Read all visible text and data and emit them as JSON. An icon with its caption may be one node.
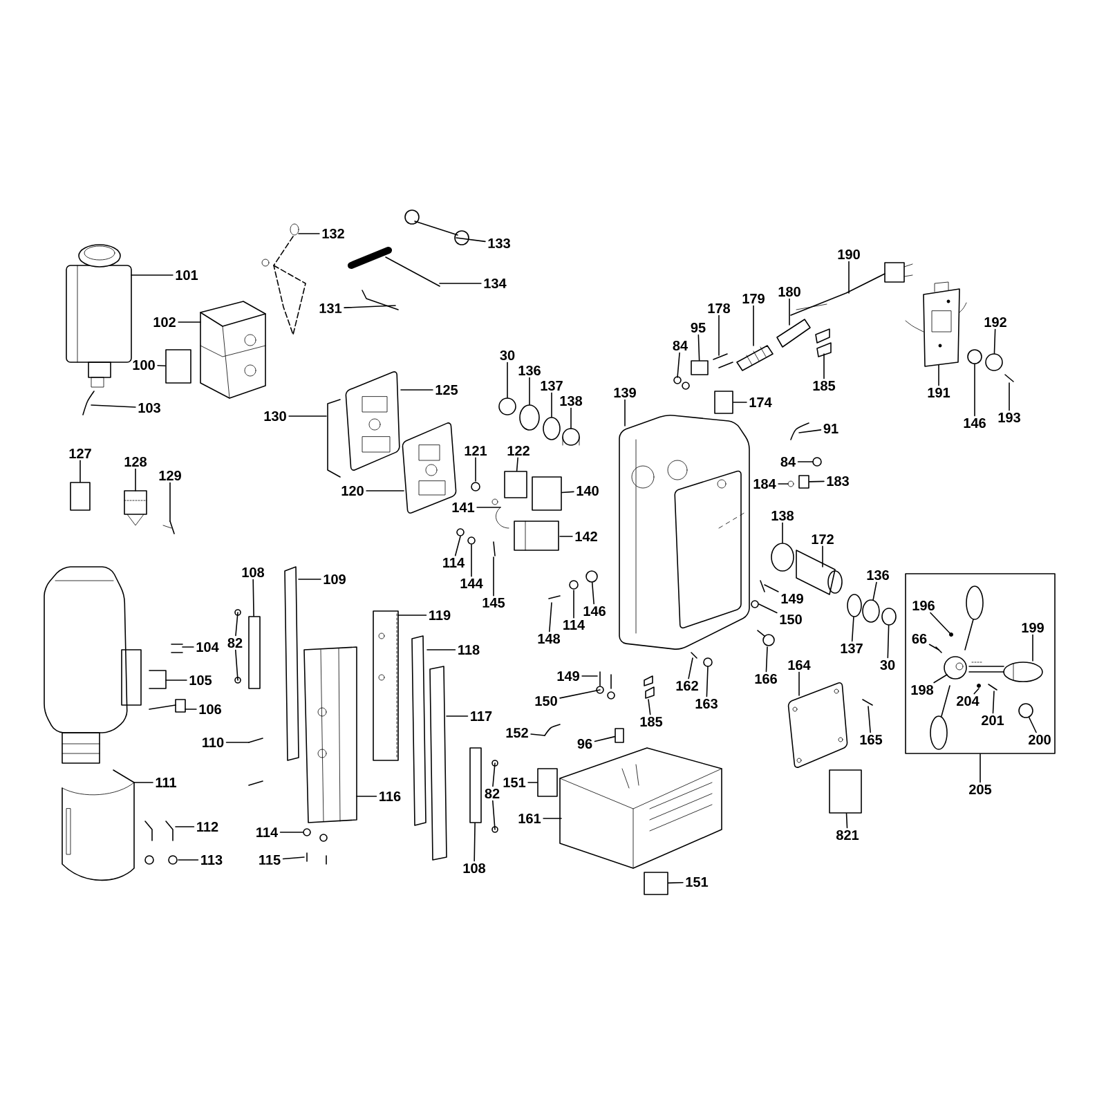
{
  "diagram": {
    "nodes": [
      {
        "text": [
          "132"
        ]
      },
      {
        "text": [],
        "shape": "picture"
      },
      {
        "text": [
          "133"
        ]
      },
      {
        "text": [],
        "shape": "picture"
      },
      {
        "text": [
          "101"
        ]
      },
      {
        "text": [],
        "shape": "picture"
      },
      {
        "text": [
          "134"
        ]
      },
      {
        "text": [],
        "shape": "picture"
      },
      {
        "text": [
          "131"
        ]
      },
      {
        "text": [],
        "shape": "picture"
      },
      {
        "text": [
          "102"
        ]
      },
      {
        "text": [],
        "shape": "picture"
      },
      {
        "text": [
          "100"
        ]
      },
      {
        "text": [],
        "shape": "box"
      },
      {
        "text": [
          "103"
        ]
      },
      {
        "text": [],
        "shape": "picture"
      },
      {
        "text": [
          "190"
        ]
      },
      {
        "text": [],
        "shape": "picture"
      },
      {
        "text": [
          "178"
        ]
      },
      {
        "text": [],
        "shape": "picture"
      },
      {
        "text": [
          "179"
        ]
      },
      {
        "text": [],
        "shape": "picture"
      },
      {
        "text": [
          "180"
        ]
      },
      {
        "text": [],
        "shape": "picture"
      },
      {
        "text": [
          "95"
        ]
      },
      {
        "text": [],
        "shape": "box"
      },
      {
        "text": [
          "84"
        ]
      },
      {
        "text": [],
        "shape": "picture"
      },
      {
        "text": [
          "185"
        ]
      },
      {
        "text": [],
        "shape": "picture"
      },
      {
        "text": [
          "174"
        ]
      },
      {
        "text": [],
        "shape": "box"
      },
      {
        "text": [
          "191"
        ]
      },
      {
        "text": [],
        "shape": "picture"
      },
      {
        "text": [
          "192"
        ]
      },
      {
        "text": [],
        "shape": "circle"
      },
      {
        "text": [
          "146"
        ]
      },
      {
        "text": [],
        "shape": "circle"
      },
      {
        "text": [
          "193"
        ]
      },
      {
        "text": [],
        "shape": "picture"
      },
      {
        "text": [
          "30"
        ]
      },
      {
        "text": [],
        "shape": "circle"
      },
      {
        "text": [
          "136"
        ]
      },
      {
        "text": [],
        "shape": "circle"
      },
      {
        "text": [
          "137"
        ]
      },
      {
        "text": [],
        "shape": "circle"
      },
      {
        "text": [
          "138"
        ]
      },
      {
        "text": [],
        "shape": "picture"
      },
      {
        "text": [
          "125"
        ]
      },
      {
        "text": [],
        "shape": "picture"
      },
      {
        "text": [
          "139"
        ]
      },
      {
        "text": [],
        "shape": "picture"
      },
      {
        "text": [
          "130"
        ]
      },
      {
        "text": [],
        "shape": "picture"
      },
      {
        "text": [
          "91"
        ]
      },
      {
        "text": [],
        "shape": "picture"
      },
      {
        "text": [
          "127"
        ]
      },
      {
        "text": [],
        "shape": "box"
      },
      {
        "text": [
          "128"
        ]
      },
      {
        "text": [],
        "shape": "picture"
      },
      {
        "text": [
          "129"
        ]
      },
      {
        "text": [],
        "shape": "picture"
      },
      {
        "text": [
          "121"
        ]
      },
      {
        "text": [],
        "shape": "picture"
      },
      {
        "text": [
          "122"
        ]
      },
      {
        "text": [],
        "shape": "box"
      },
      {
        "text": [
          "84"
        ]
      },
      {
        "text": [],
        "shape": "picture"
      },
      {
        "text": [
          "183"
        ]
      },
      {
        "text": [],
        "shape": "box"
      },
      {
        "text": [
          "184"
        ]
      },
      {
        "text": [],
        "shape": "picture"
      },
      {
        "text": [
          "120"
        ]
      },
      {
        "text": [],
        "shape": "picture"
      },
      {
        "text": [
          "140"
        ]
      },
      {
        "text": [],
        "shape": "box"
      },
      {
        "text": [
          "141"
        ]
      },
      {
        "text": [],
        "shape": "picture"
      },
      {
        "text": [
          "142"
        ]
      },
      {
        "text": [],
        "shape": "picture"
      },
      {
        "text": [
          "114"
        ]
      },
      {
        "text": [],
        "shape": "picture"
      },
      {
        "text": [
          "144"
        ]
      },
      {
        "text": [],
        "shape": "picture"
      },
      {
        "text": [
          "145"
        ]
      },
      {
        "text": [],
        "shape": "picture"
      },
      {
        "text": [
          "138"
        ]
      },
      {
        "text": [],
        "shape": "circle"
      },
      {
        "text": [
          "172"
        ]
      },
      {
        "text": [],
        "shape": "picture"
      },
      {
        "text": [
          "108"
        ]
      },
      {
        "text": [],
        "shape": "box"
      },
      {
        "text": [
          "109"
        ]
      },
      {
        "text": [],
        "shape": "picture"
      },
      {
        "text": [
          "82"
        ]
      },
      {
        "text": [],
        "shape": "picture"
      },
      {
        "text": [],
        "shape": "picture"
      },
      {
        "text": [
          "104"
        ]
      },
      {
        "text": [],
        "shape": "picture"
      },
      {
        "text": [
          "119"
        ]
      },
      {
        "text": [],
        "shape": "picture"
      },
      {
        "text": [
          "118"
        ]
      },
      {
        "text": [],
        "shape": "picture"
      },
      {
        "text": [
          "105"
        ]
      },
      {
        "text": [],
        "shape": "picture"
      },
      {
        "text": [
          "106"
        ]
      },
      {
        "text": [],
        "shape": "picture"
      },
      {
        "text": [
          "117"
        ]
      },
      {
        "text": [],
        "shape": "picture"
      },
      {
        "text": [
          "110"
        ]
      },
      {
        "text": [],
        "shape": "picture"
      },
      {
        "text": [
          "116"
        ]
      },
      {
        "text": [],
        "shape": "picture"
      },
      {
        "text": [
          "111"
        ]
      },
      {
        "text": [],
        "shape": "picture"
      },
      {
        "text": [
          "112"
        ]
      },
      {
        "text": [],
        "shape": "picture"
      },
      {
        "text": [
          "113"
        ]
      },
      {
        "text": [],
        "shape": "picture"
      },
      {
        "text": [
          "114"
        ]
      },
      {
        "text": [],
        "shape": "picture"
      },
      {
        "text": [
          "115"
        ]
      },
      {
        "text": [],
        "shape": "picture"
      },
      {
        "text": [
          "82"
        ]
      },
      {
        "text": [],
        "shape": "picture"
      },
      {
        "text": [],
        "shape": "picture"
      },
      {
        "text": [
          "108"
        ]
      },
      {
        "text": [],
        "shape": "box"
      },
      {
        "text": [
          "148"
        ]
      },
      {
        "text": [],
        "shape": "picture"
      },
      {
        "text": [
          "114"
        ]
      },
      {
        "text": [],
        "shape": "picture"
      },
      {
        "text": [
          "146"
        ]
      },
      {
        "text": [],
        "shape": "circle"
      },
      {
        "text": [
          "149"
        ]
      },
      {
        "text": [],
        "shape": "picture"
      },
      {
        "text": [
          "150"
        ]
      },
      {
        "text": [],
        "shape": "picture"
      },
      {
        "text": [
          "166"
        ]
      },
      {
        "text": [],
        "shape": "picture"
      },
      {
        "text": [
          "136"
        ]
      },
      {
        "text": [],
        "shape": "circle"
      },
      {
        "text": [
          "137"
        ]
      },
      {
        "text": [],
        "shape": "circle"
      },
      {
        "text": [
          "30"
        ]
      },
      {
        "text": [],
        "shape": "circle"
      },
      {
        "text": [
          "149"
        ]
      },
      {
        "text": [],
        "shape": "picture"
      },
      {
        "text": [
          "150"
        ]
      },
      {
        "text": [],
        "shape": "picture"
      },
      {
        "text": [
          "162"
        ]
      },
      {
        "text": [],
        "shape": "picture"
      },
      {
        "text": [
          "163"
        ]
      },
      {
        "text": [],
        "shape": "picture"
      },
      {
        "text": [
          "185"
        ]
      },
      {
        "text": [],
        "shape": "picture"
      },
      {
        "text": [
          "152"
        ]
      },
      {
        "text": [],
        "shape": "picture"
      },
      {
        "text": [
          "96"
        ]
      },
      {
        "text": [],
        "shape": "box"
      },
      {
        "text": [
          "151"
        ]
      },
      {
        "text": [],
        "shape": "box"
      },
      {
        "text": [
          "161"
        ]
      },
      {
        "text": [],
        "shape": "picture"
      },
      {
        "text": [
          "151"
        ]
      },
      {
        "text": [],
        "shape": "box"
      },
      {
        "text": [
          "164"
        ]
      },
      {
        "text": [],
        "shape": "picture"
      },
      {
        "text": [
          "165"
        ]
      },
      {
        "text": [],
        "shape": "picture"
      },
      {
        "text": [
          "821"
        ]
      },
      {
        "text": [],
        "shape": "box"
      },
      {
        "text": [
          "205"
        ]
      },
      {
        "text": [],
        "shape": "box"
      },
      {
        "text": [
          "196"
        ],
        "in": 173
      },
      {
        "text": [],
        "shape": "picture",
        "in": 173
      },
      {
        "text": [
          "66"
        ],
        "in": 173
      },
      {
        "text": [],
        "shape": "picture",
        "in": 173
      },
      {
        "text": [
          "198"
        ],
        "in": 173
      },
      {
        "text": [],
        "shape": "picture",
        "in": 173
      },
      {
        "text": [
          "199"
        ],
        "in": 173
      },
      {
        "text": [],
        "shape": "picture",
        "in": 173
      },
      {
        "text": [
          "204"
        ],
        "in": 173
      },
      {
        "text": [],
        "shape": "picture",
        "in": 173
      },
      {
        "text": [
          "201"
        ],
        "in": 173
      },
      {
        "text": [],
        "shape": "picture",
        "in": 173
      },
      {
        "text": [
          "200"
        ],
        "in": 173
      },
      {
        "text": [],
        "shape": "circle",
        "in": 173
      }
    ],
    "edges": [
      {
        "from": 0,
        "to": 1,
        "arrow": "none"
      },
      {
        "from": 2,
        "to": 3,
        "arrow": "none"
      },
      {
        "from": 4,
        "to": 5,
        "arrow": "none"
      },
      {
        "from": 6,
        "to": 7,
        "arrow": "none"
      },
      {
        "from": 8,
        "to": 9,
        "arrow": "none"
      },
      {
        "from": 10,
        "to": 11,
        "arrow": "none"
      },
      {
        "from": 12,
        "to": 13,
        "arrow": "none"
      },
      {
        "from": 14,
        "to": 15,
        "arrow": "none"
      },
      {
        "from": 16,
        "to": 17,
        "arrow": "none"
      },
      {
        "from": 18,
        "to": 19,
        "arrow": "none"
      },
      {
        "from": 20,
        "to": 21,
        "arrow": "none"
      },
      {
        "from": 22,
        "to": 23,
        "arrow": "none"
      },
      {
        "from": 24,
        "to": 25,
        "arrow": "none"
      },
      {
        "from": 26,
        "to": 27,
        "arrow": "none"
      },
      {
        "from": 28,
        "to": 29,
        "arrow": "none"
      },
      {
        "from": 30,
        "to": 31,
        "arrow": "none"
      },
      {
        "from": 32,
        "to": 33,
        "arrow": "none"
      },
      {
        "from": 34,
        "to": 35,
        "arrow": "none"
      },
      {
        "from": 36,
        "to": 37,
        "arrow": "none"
      },
      {
        "from": 38,
        "to": 39,
        "arrow": "none"
      },
      {
        "from": 40,
        "to": 41,
        "arrow": "none"
      },
      {
        "from": 42,
        "to": 43,
        "arrow": "none"
      },
      {
        "from": 44,
        "to": 45,
        "arrow": "none"
      },
      {
        "from": 46,
        "to": 47,
        "arrow": "none"
      },
      {
        "from": 48,
        "to": 49,
        "arrow": "none"
      },
      {
        "from": 50,
        "to": 51,
        "arrow": "none"
      },
      {
        "from": 52,
        "to": 53,
        "arrow": "none"
      },
      {
        "from": 54,
        "to": 55,
        "arrow": "none"
      },
      {
        "from": 56,
        "to": 57,
        "arrow": "none"
      },
      {
        "from": 58,
        "to": 59,
        "arrow": "none"
      },
      {
        "from": 60,
        "to": 61,
        "arrow": "none"
      },
      {
        "from": 62,
        "to": 63,
        "arrow": "none"
      },
      {
        "from": 64,
        "to": 65,
        "arrow": "none"
      },
      {
        "from": 66,
        "to": 67,
        "arrow": "none"
      },
      {
        "from": 68,
        "to": 69,
        "arrow": "none"
      },
      {
        "from": 70,
        "to": 71,
        "arrow": "none"
      },
      {
        "from": 72,
        "to": 73,
        "arrow": "none"
      },
      {
        "from": 74,
        "to": 75,
        "arrow": "none"
      },
      {
        "from": 76,
        "to": 77,
        "arrow": "none"
      },
      {
        "from": 78,
        "to": 79,
        "arrow": "none"
      },
      {
        "from": 80,
        "to": 81,
        "arrow": "none"
      },
      {
        "from": 82,
        "to": 83,
        "arrow": "none"
      },
      {
        "from": 84,
        "to": 85,
        "arrow": "none"
      },
      {
        "from": 86,
        "to": 87,
        "arrow": "none"
      },
      {
        "from": 88,
        "to": 89,
        "arrow": "none"
      },
      {
        "from": 90,
        "to": 91,
        "arrow": "none"
      },
      {
        "from": 92,
        "to": 93,
        "arrow": "none"
      },
      {
        "from": 94,
        "to": 95,
        "arrow": "none"
      },
      {
        "from": 94,
        "to": 96,
        "arrow": "none"
      },
      {
        "from": 97,
        "to": 98,
        "arrow": "none"
      },
      {
        "from": 99,
        "to": 100,
        "arrow": "none"
      },
      {
        "from": 101,
        "to": 102,
        "arrow": "none"
      },
      {
        "from": 103,
        "to": 104,
        "arrow": "none"
      },
      {
        "from": 105,
        "to": 106,
        "arrow": "none"
      },
      {
        "from": 107,
        "to": 108,
        "arrow": "none"
      },
      {
        "from": 109,
        "to": 110,
        "arrow": "none"
      },
      {
        "from": 111,
        "to": 112,
        "arrow": "none"
      },
      {
        "from": 113,
        "to": 114,
        "arrow": "none"
      },
      {
        "from": 115,
        "to": 116,
        "arrow": "none"
      },
      {
        "from": 117,
        "to": 118,
        "arrow": "none"
      },
      {
        "from": 119,
        "to": 120,
        "arrow": "none"
      },
      {
        "from": 121,
        "to": 122,
        "arrow": "none"
      },
      {
        "from": 123,
        "to": 124,
        "arrow": "none"
      },
      {
        "from": 123,
        "to": 125,
        "arrow": "none"
      },
      {
        "from": 126,
        "to": 127,
        "arrow": "none"
      },
      {
        "from": 128,
        "to": 129,
        "arrow": "none"
      },
      {
        "from": 130,
        "to": 131,
        "arrow": "none"
      },
      {
        "from": 132,
        "to": 133,
        "arrow": "none"
      },
      {
        "from": 134,
        "to": 135,
        "arrow": "none"
      },
      {
        "from": 136,
        "to": 137,
        "arrow": "none"
      },
      {
        "from": 138,
        "to": 139,
        "arrow": "none"
      },
      {
        "from": 140,
        "to": 141,
        "arrow": "none"
      },
      {
        "from": 142,
        "to": 143,
        "arrow": "none"
      },
      {
        "from": 144,
        "to": 145,
        "arrow": "none"
      },
      {
        "from": 146,
        "to": 147,
        "arrow": "none"
      },
      {
        "from": 148,
        "to": 149,
        "arrow": "none"
      },
      {
        "from": 150,
        "to": 151,
        "arrow": "none"
      },
      {
        "from": 152,
        "to": 153,
        "arrow": "none"
      },
      {
        "from": 154,
        "to": 155,
        "arrow": "none"
      },
      {
        "from": 156,
        "to": 157,
        "arrow": "none"
      },
      {
        "from": 158,
        "to": 159,
        "arrow": "none"
      },
      {
        "from": 160,
        "to": 161,
        "arrow": "none"
      },
      {
        "from": 162,
        "to": 163,
        "arrow": "none"
      },
      {
        "from": 164,
        "to": 165,
        "arrow": "none"
      },
      {
        "from": 166,
        "to": 167,
        "arrow": "none"
      },
      {
        "from": 168,
        "to": 169,
        "arrow": "none"
      },
      {
        "from": 170,
        "to": 171,
        "arrow": "none"
      },
      {
        "from": 172,
        "to": 173,
        "arrow": "none"
      },
      {
        "from": 174,
        "to": 175,
        "arrow": "none"
      },
      {
        "from": 176,
        "to": 177,
        "arrow": "none"
      },
      {
        "from": 178,
        "to": 179,
        "arrow": "none"
      },
      {
        "from": 180,
        "to": 181,
        "arrow": "none"
      },
      {
        "from": 182,
        "to": 183,
        "arrow": "none"
      },
      {
        "from": 184,
        "to": 185,
        "arrow": "none"
      },
      {
        "from": 186,
        "to": 187,
        "arrow": "none"
      }
    ]
  }
}
